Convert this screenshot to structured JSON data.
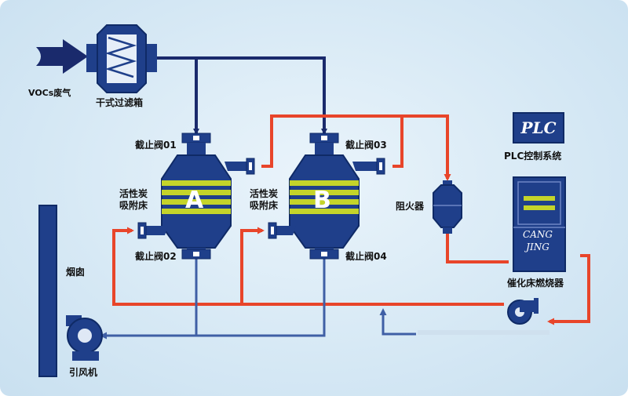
{
  "labels": {
    "vocs": "VOCs废气",
    "filter": "干式过滤箱",
    "valve01": "截止阀01",
    "valve02": "截止阀02",
    "valve03": "截止阀03",
    "valve04": "截止阀04",
    "bedA_line1": "活性炭",
    "bedA_line2": "吸附床",
    "bedB_line1": "活性炭",
    "bedB_line2": "吸附床",
    "letterA": "A",
    "letterB": "B",
    "arrester": "阻火器",
    "plc_box": "PLC",
    "plc_label": "PLC控制系统",
    "cang": "CANG",
    "jing": "JING",
    "burner": "催化床燃烧器",
    "chimney": "烟囱",
    "fan": "引风机"
  },
  "colors": {
    "equipment": "#1f3f8a",
    "navy_line": "#1a2a6c",
    "red_line": "#e8452a",
    "blue_line": "#3f5fa5",
    "adsorbent": "#c4d42a"
  }
}
